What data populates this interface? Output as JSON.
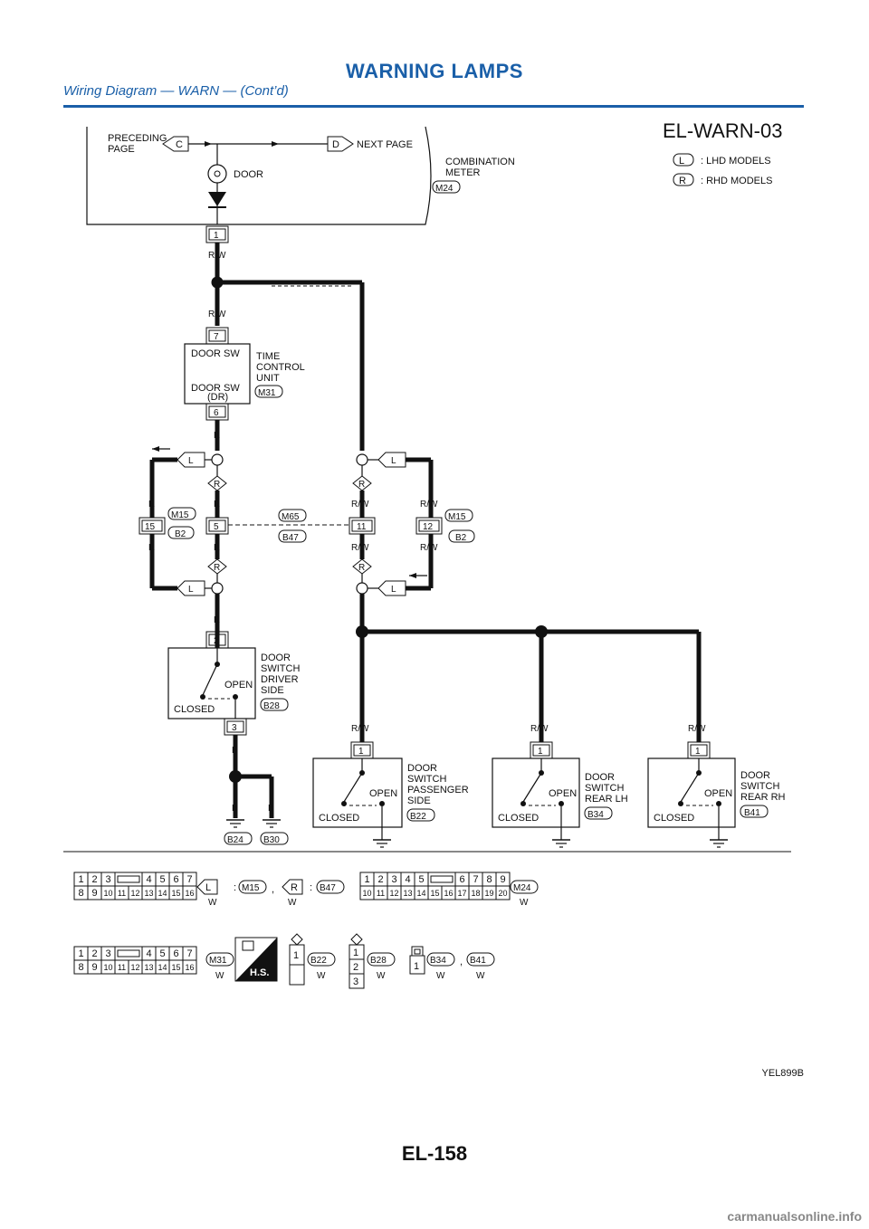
{
  "header": {
    "title": "WARNING LAMPS",
    "subtitle": "Wiring Diagram — WARN — (Cont’d)"
  },
  "diagram": {
    "code": "EL-WARN-03",
    "legend": [
      {
        "badge": "L",
        "text": ": LHD MODELS"
      },
      {
        "badge": "R",
        "text": ": RHD MODELS"
      }
    ],
    "meter": {
      "preceding_line1": "PRECEDING",
      "preceding_line2": "PAGE",
      "c": "C",
      "d": "D",
      "next": "NEXT PAGE",
      "lamp": "DOOR",
      "line1": "COMBINATION",
      "line2": "METER",
      "conn": "M24",
      "pin": "1"
    },
    "wire_rw": "R/W",
    "wire_r": "R",
    "wire_b": "B",
    "tcu": {
      "pin_top": "7",
      "pin_bot": "6",
      "sw1": "DOOR SW",
      "sw2": "DOOR SW",
      "sw2b": "(DR)",
      "line1": "TIME",
      "line2": "CONTROL",
      "line3": "UNIT",
      "conn": "M31"
    },
    "junction": {
      "l": "L",
      "r": "R",
      "pin15": "15",
      "pin5": "5",
      "pin11": "11",
      "pin12": "12",
      "m15": "M15",
      "b2": "B2",
      "m65": "M65",
      "b47": "B47"
    },
    "driver": {
      "pin_top": "2",
      "pin_bot": "3",
      "line1": "DOOR",
      "line2": "SWITCH",
      "line3": "DRIVER",
      "line4": "SIDE",
      "conn": "B28",
      "open": "OPEN",
      "closed": "CLOSED"
    },
    "grounds": [
      "B24",
      "B30"
    ],
    "passenger": {
      "pin": "1",
      "line1": "DOOR",
      "line2": "SWITCH",
      "line3": "PASSENGER",
      "line4": "SIDE",
      "conn": "B22"
    },
    "rear_lh": {
      "pin": "1",
      "line1": "DOOR",
      "line2": "SWITCH",
      "line3": "REAR LH",
      "conn": "B34"
    },
    "rear_rh": {
      "pin": "1",
      "line1": "DOOR",
      "line2": "SWITCH",
      "line3": "REAR RH",
      "conn": "B41"
    },
    "open": "OPEN",
    "closed": "CLOSED"
  },
  "connectors": {
    "c16_top": [
      "1",
      "2",
      "3",
      "",
      "4",
      "5",
      "6",
      "7"
    ],
    "c16_bot": [
      "8",
      "9",
      "10",
      "11",
      "12",
      "13",
      "14",
      "15",
      "16"
    ],
    "c20_top": [
      "1",
      "2",
      "3",
      "4",
      "5",
      "",
      "6",
      "7",
      "8",
      "9"
    ],
    "c20_bot": [
      "10",
      "11",
      "12",
      "13",
      "14",
      "15",
      "16",
      "17",
      "18",
      "19",
      "20"
    ],
    "row1": {
      "l": "L",
      "colon1": ":",
      "m15": "M15",
      "comma": ",",
      "r": "R",
      "colon2": ":",
      "b47": "B47",
      "m24": "M24",
      "w": "W"
    },
    "row2": {
      "m31": "M31",
      "hs": "H.S.",
      "b22": "B22",
      "b28": "B28",
      "b34": "B34",
      "comma": ",",
      "b41": "B41",
      "w": "W",
      "p1": "1",
      "p2": "2",
      "p3": "3"
    }
  },
  "footer": {
    "figure_id": "YEL899B",
    "page": "EL-158",
    "watermark": "carmanualsonline.info"
  }
}
